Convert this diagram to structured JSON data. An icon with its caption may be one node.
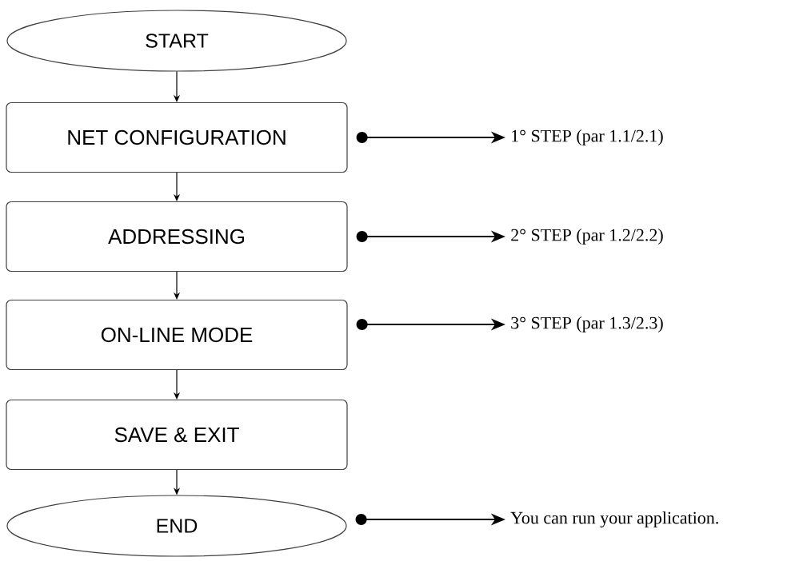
{
  "diagram": {
    "nodes": [
      {
        "text": [
          "START"
        ]
      },
      {
        "text": [
          "NET CONFIGURATION"
        ]
      },
      {
        "text": [
          "ADDRESSING"
        ]
      },
      {
        "text": [
          "ON-LINE MODE"
        ]
      },
      {
        "text": [
          "SAVE & EXIT"
        ]
      },
      {
        "text": [
          "END"
        ]
      },
      {
        "text": [
          "1° STEP (par 1.1/2.1)"
        ]
      },
      {
        "text": [
          "2° STEP (par 1.2/2.2)"
        ]
      },
      {
        "text": [
          "3° STEP (par 1.3/2.3)"
        ]
      },
      {
        "text": [
          "You can run your application."
        ]
      }
    ],
    "edges": [
      {
        "from": 0,
        "to": 1,
        "arrow": "to"
      },
      {
        "from": 1,
        "to": 2,
        "arrow": "to"
      },
      {
        "from": 2,
        "to": 3,
        "arrow": "to"
      },
      {
        "from": 3,
        "to": 4,
        "arrow": "to"
      },
      {
        "from": 4,
        "to": 5,
        "arrow": "to"
      },
      {
        "from": 1,
        "to": 6,
        "arrow": "to"
      },
      {
        "from": 2,
        "to": 7,
        "arrow": "to"
      },
      {
        "from": 3,
        "to": 8,
        "arrow": "to"
      },
      {
        "from": 5,
        "to": 9,
        "arrow": "to"
      }
    ]
  }
}
